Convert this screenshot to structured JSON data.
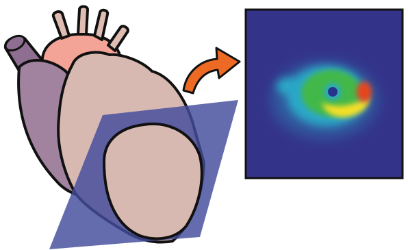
{
  "figure": {
    "illustration": "heart-with-imaging-plane",
    "arrow_icon": "curved-arrow-right-icon",
    "scan": "myocardial-perfusion-short-axis-slice"
  },
  "colors": {
    "background": "#ffffff",
    "outline": "#111111",
    "vena_cava": "#8e6f91",
    "aorta_arch": "#f4a497",
    "aorta_branches": "#e0bdb3",
    "atria": "#a1839f",
    "heart_body": "#d8b9b1",
    "slice_plane": "#424c9c",
    "slice_plane_opacity": 0.82,
    "arrow": "#ec6a24",
    "scan_background": "#34338a",
    "scan_low": "#2aa8c7",
    "scan_mid": "#42b84a",
    "scan_high": "#f6e027",
    "scan_peak": "#e8451c",
    "scan_cavity": "#25348c"
  }
}
